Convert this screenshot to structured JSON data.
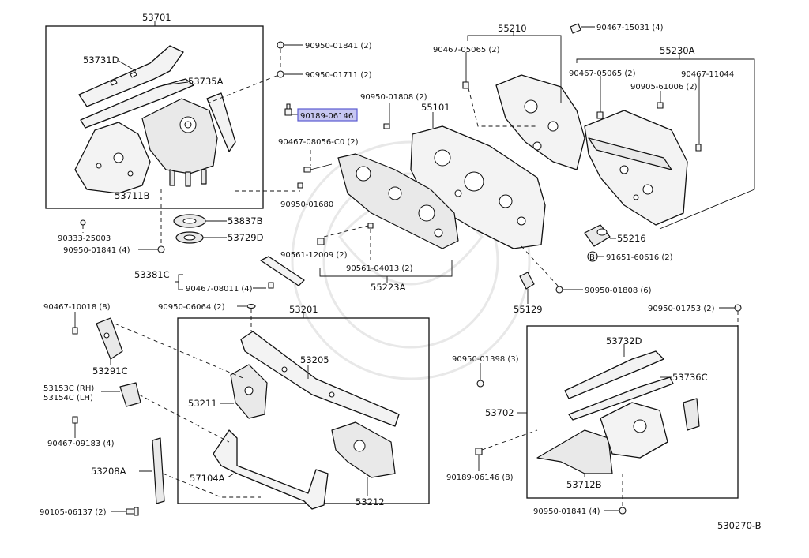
{
  "diagram": {
    "figure_id": "530270-B",
    "highlighted_part": "90189-06146",
    "parts": [
      "53701",
      "53731D",
      "53735A",
      "53711B",
      "53837B",
      "53729D",
      "90950-01841 (2)",
      "90950-01711 (2)",
      "90189-06146",
      "90467-08056-C0 (2)",
      "90950-01680",
      "90333-25003",
      "90950-01841 (4)",
      "55210",
      "90467-15031 (4)",
      "55230A",
      "90467-05065 (2)",
      "90467-05065 (2)",
      "90467-11044",
      "90905-61006 (2)",
      "90950-01808 (2)",
      "55101",
      "90561-12009 (2)",
      "90561-04013 (2)",
      "55223A",
      "55216",
      "91651-60616 (2)",
      "55129",
      "90950-01808 (6)",
      "53381C",
      "90467-08011 (4)",
      "90950-06064 (2)",
      "53201",
      "53205",
      "53211",
      "57104A",
      "53212",
      "90467-10018 (8)",
      "53291C",
      "53153C (RH)",
      "53154C (LH)",
      "90467-09183 (4)",
      "53208A",
      "90105-06137 (2)",
      "90950-01398 (3)",
      "90950-01753 (2)",
      "53732D",
      "53736C",
      "53702",
      "53712B",
      "90189-06146 (8)",
      "90950-01841 (4)"
    ]
  }
}
